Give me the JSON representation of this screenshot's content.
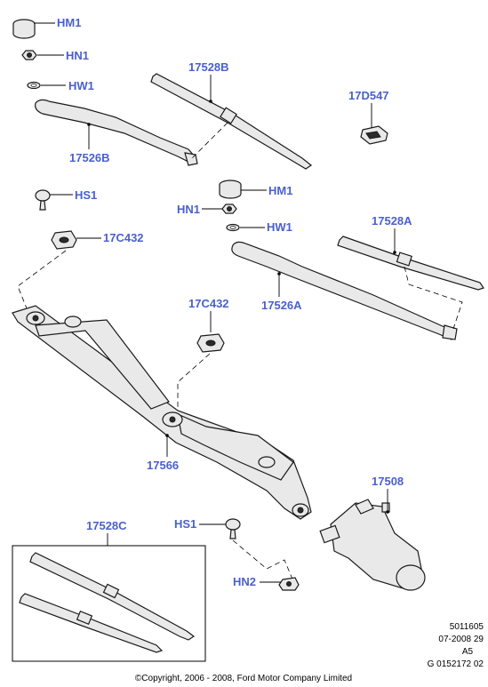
{
  "labels": {
    "hm1_top": "HM1",
    "hn1_top": "HN1",
    "hw1_top": "HW1",
    "p17526b": "17526B",
    "p17528b": "17528B",
    "p17d547": "17D547",
    "hs1_left": "HS1",
    "p17c432_left": "17C432",
    "hm1_mid": "HM1",
    "hn1_mid": "HN1",
    "hw1_mid": "HW1",
    "p17528a": "17528A",
    "p17526a": "17526A",
    "p17c432_mid": "17C432",
    "p17566": "17566",
    "p17508": "17508",
    "p17528c": "17528C",
    "hs1_bottom": "HS1",
    "hn2": "HN2"
  },
  "reference": {
    "line1": "5011605",
    "line2": "07-2008 29",
    "line3": "A5",
    "line4": "G 0152172 02"
  },
  "copyright": "©Copyright, 2006 - 2008, Ford Motor Company Limited",
  "colors": {
    "label": "#4a5fd0",
    "line": "#000000",
    "part_fill": "#e9e9e9"
  }
}
